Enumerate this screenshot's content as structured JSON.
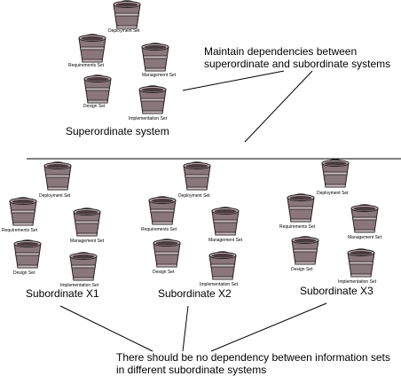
{
  "sets": {
    "deployment": "Deployment Set",
    "requirements": "Requirements Set",
    "management": "Management Set",
    "design": "Design Set",
    "implementation": "Implementation Set"
  },
  "superordinate": {
    "label": "Superordinate system"
  },
  "subordinates": [
    {
      "label": "Subordinate X1"
    },
    {
      "label": "Subordinate X2"
    },
    {
      "label": "Subordinate X3"
    }
  ],
  "notes": {
    "maintain_line1": "Maintain dependencies between",
    "maintain_line2": "superordinate and subordinate systems",
    "no_dep_line1": "There should be no dependency between information sets",
    "no_dep_line2": "in different subordinate systems"
  },
  "colors": {
    "bucket_body": "#8a777b",
    "bucket_rim": "#c9b9bc",
    "bucket_band": "#c5b8ba"
  }
}
